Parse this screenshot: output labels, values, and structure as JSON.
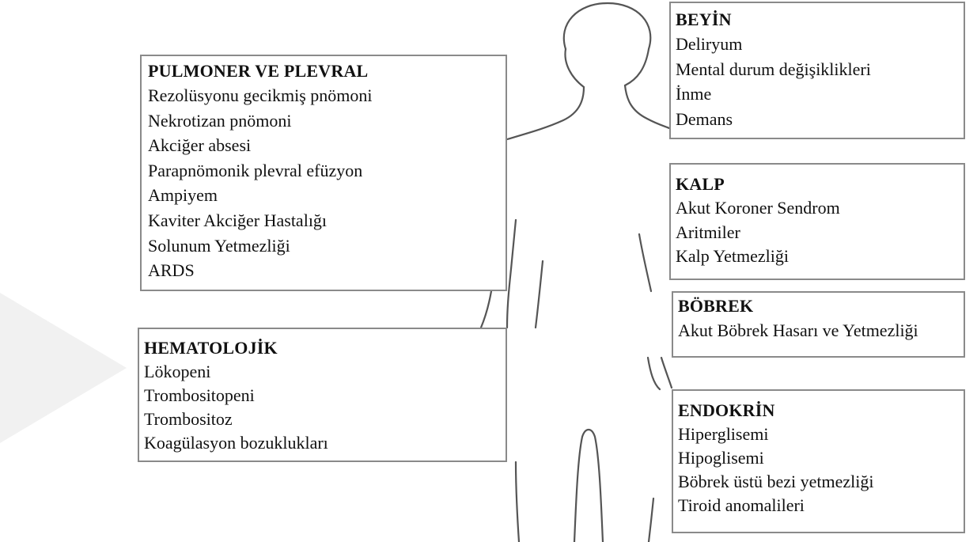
{
  "boxes": {
    "pulmoner": {
      "title": "PULMONER VE PLEVRAL",
      "items": [
        "Rezolüsyonu gecikmiş pnömoni",
        "Nekrotizan pnömoni",
        "Akciğer absesi",
        "Parapnömonik plevral efüzyon",
        "Ampiyem",
        "Kaviter Akciğer Hastalığı",
        "Solunum Yetmezliği",
        "ARDS"
      ]
    },
    "hematolojik": {
      "title": "HEMATOLOJİK",
      "items": [
        "Lökopeni",
        "Trombositopeni",
        "Trombositoz",
        "Koagülasyon bozuklukları"
      ]
    },
    "beyin": {
      "title": "BEYİN",
      "items": [
        "Deliryum",
        "Mental durum değişiklikleri",
        "İnme",
        "Demans"
      ]
    },
    "kalp": {
      "title": "KALP",
      "items": [
        "Akut Koroner Sendrom",
        "Aritmiler",
        "Kalp Yetmezliği"
      ]
    },
    "bobrek": {
      "title": "BÖBREK",
      "items": [
        "Akut Böbrek Hasarı ve Yetmezliği"
      ]
    },
    "endokrin": {
      "title": "ENDOKRİN",
      "items": [
        "Hiperglisemi",
        "Hipoglisemi",
        "Böbrek üstü bezi yetmezliği",
        "Tiroid anomalileri"
      ]
    }
  },
  "colors": {
    "outline": "#8a8a8a",
    "silhouette": "#555555",
    "wedge": "#f1f1f1"
  }
}
